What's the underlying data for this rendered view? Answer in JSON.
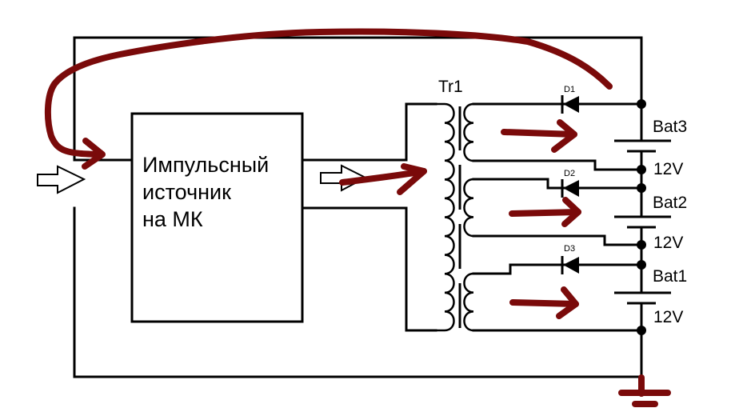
{
  "diagram": {
    "type": "circuit-schematic",
    "block": {
      "label_lines": [
        "Импульсный",
        "источник",
        "на МК"
      ]
    },
    "transformer": {
      "label": "Tr1"
    },
    "diodes": [
      {
        "label": "D1"
      },
      {
        "label": "D2"
      },
      {
        "label": "D3"
      }
    ],
    "batteries": [
      {
        "label": "Bat3",
        "voltage": "12V"
      },
      {
        "label": "Bat2",
        "voltage": "12V"
      },
      {
        "label": "Bat1",
        "voltage": "12V"
      }
    ],
    "annotation_color": "#7a0a0a",
    "annotations": [
      "feedback-arrow-from-battery-stack-to-block-input",
      "power-flow-arrow-into-transformer",
      "charge-arrow-secondary-1",
      "charge-arrow-secondary-2",
      "charge-arrow-secondary-3",
      "ground-symbol"
    ]
  }
}
